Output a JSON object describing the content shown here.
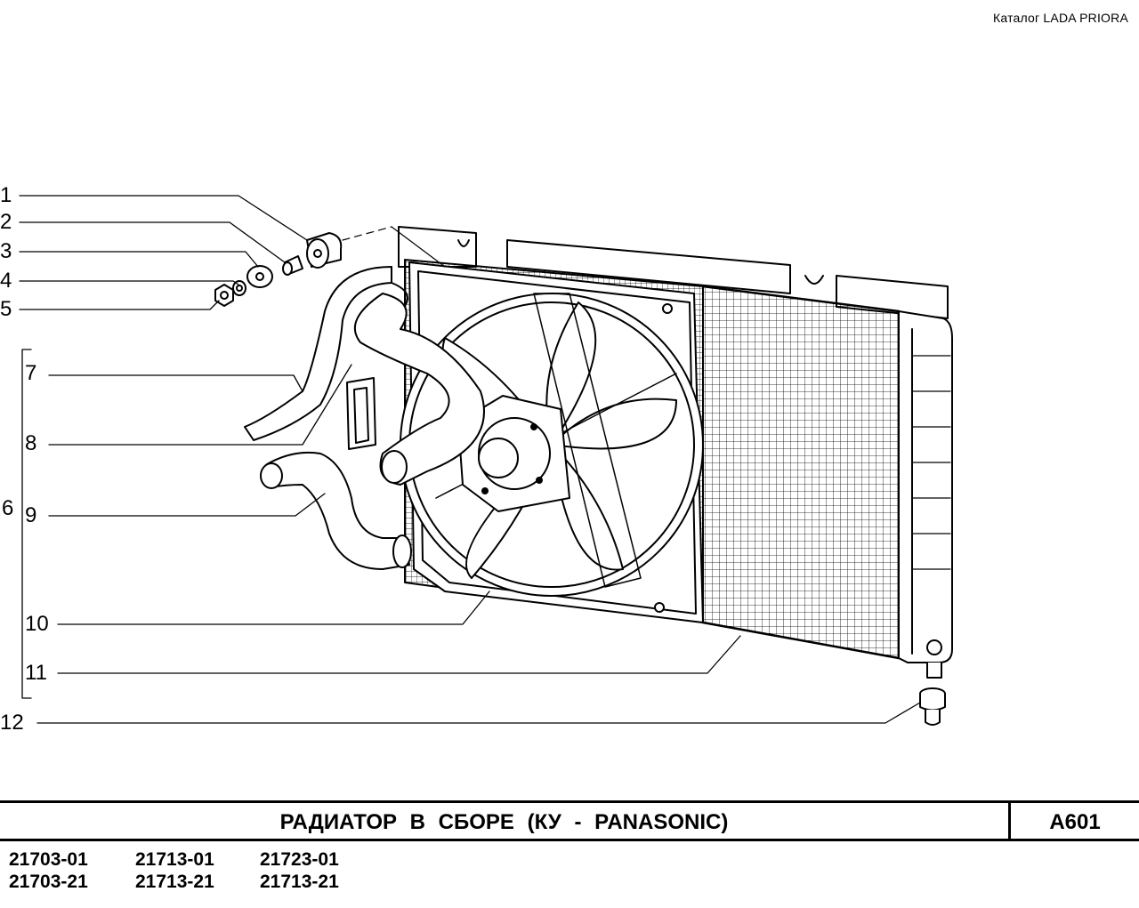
{
  "header": {
    "catalog": "Каталог  LADA  PRIORA"
  },
  "callouts": [
    "1",
    "2",
    "3",
    "4",
    "5",
    "6",
    "7",
    "8",
    "9",
    "10",
    "11",
    "12"
  ],
  "title": {
    "text": "РАДИАТОР   В   СБОРЕ  (КУ - PANASONIC)",
    "code": "А601"
  },
  "models": {
    "row1": [
      "21703-01",
      "21713-01",
      "21723-01"
    ],
    "row2": [
      "21703-21",
      "21713-21",
      "21713-21"
    ]
  }
}
